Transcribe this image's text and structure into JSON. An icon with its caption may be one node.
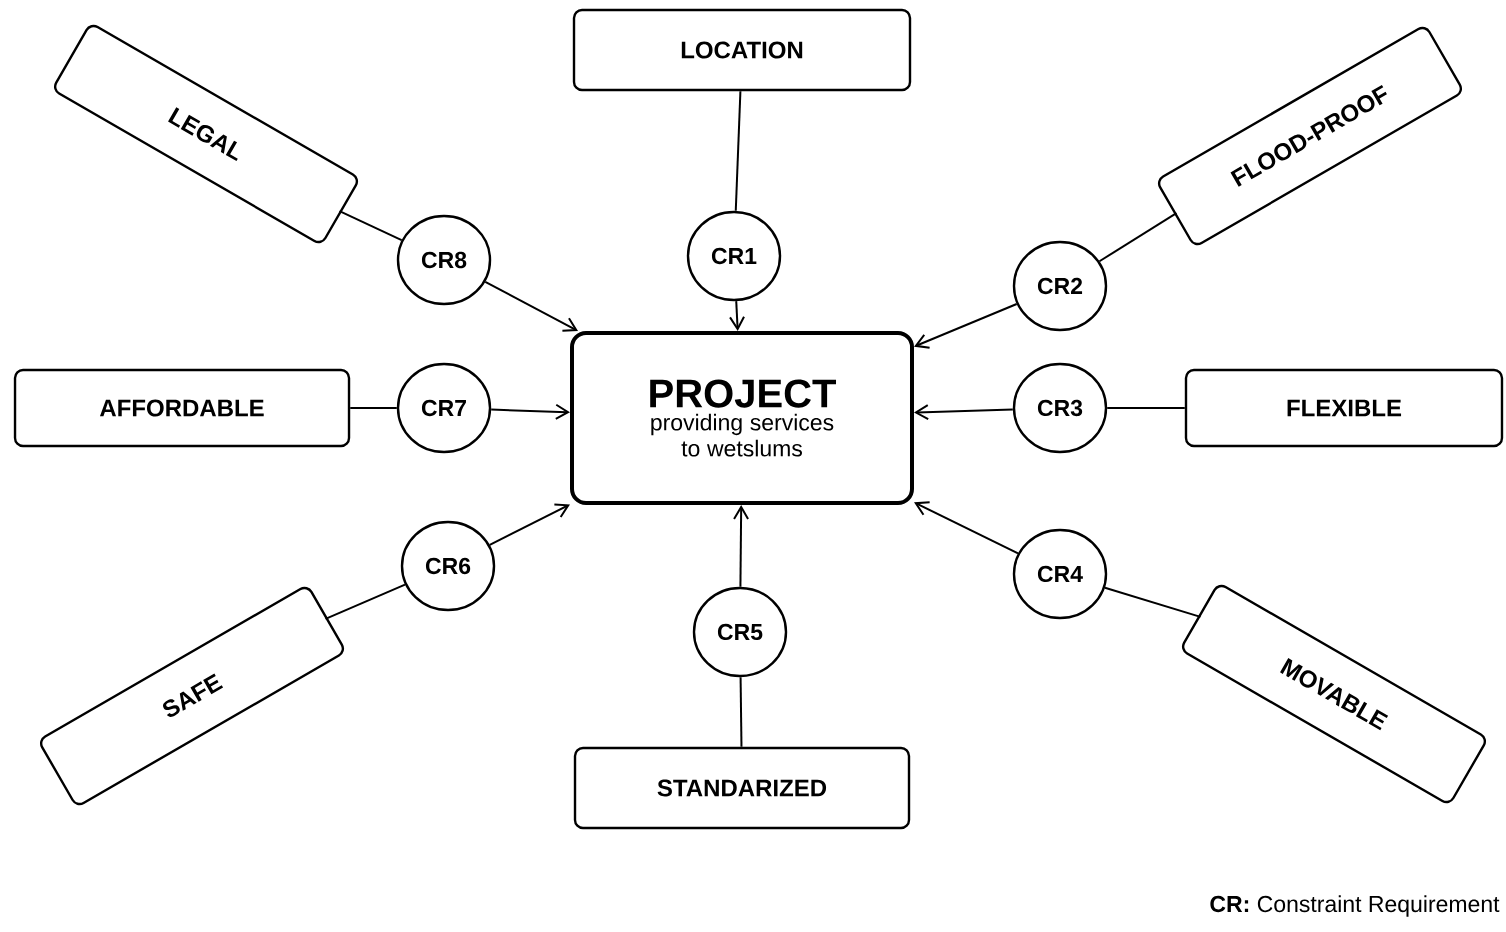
{
  "diagram": {
    "nodes": [
      {
        "text": [
          "LOCATION"
        ]
      },
      {
        "text": [
          "CR1"
        ]
      },
      {
        "text": [
          "FLOOD-PROOF"
        ]
      },
      {
        "text": [
          "CR2"
        ]
      },
      {
        "text": [
          "FLEXIBLE"
        ]
      },
      {
        "text": [
          "CR3"
        ]
      },
      {
        "text": [
          "MOVABLE"
        ]
      },
      {
        "text": [
          "CR4"
        ]
      },
      {
        "text": [
          "STANDARIZED"
        ]
      },
      {
        "text": [
          "CR5"
        ]
      },
      {
        "text": [
          "SAFE"
        ]
      },
      {
        "text": [
          "CR6"
        ]
      },
      {
        "text": [
          "AFFORDABLE"
        ]
      },
      {
        "text": [
          "CR7"
        ]
      },
      {
        "text": [
          "LEGAL"
        ]
      },
      {
        "text": [
          "CR8"
        ]
      },
      {
        "text": [
          "PROJECT",
          "providing services to wetslums"
        ]
      }
    ],
    "edges": [
      {
        "from": 0,
        "to": 1,
        "arrow": "none"
      },
      {
        "from": 1,
        "to": 16,
        "arrow": "to"
      },
      {
        "from": 2,
        "to": 3,
        "arrow": "none"
      },
      {
        "from": 3,
        "to": 16,
        "arrow": "to"
      },
      {
        "from": 4,
        "to": 5,
        "arrow": "none"
      },
      {
        "from": 5,
        "to": 16,
        "arrow": "to"
      },
      {
        "from": 6,
        "to": 7,
        "arrow": "none"
      },
      {
        "from": 7,
        "to": 16,
        "arrow": "to"
      },
      {
        "from": 8,
        "to": 9,
        "arrow": "none"
      },
      {
        "from": 9,
        "to": 16,
        "arrow": "to"
      },
      {
        "from": 10,
        "to": 11,
        "arrow": "none"
      },
      {
        "from": 11,
        "to": 16,
        "arrow": "to"
      },
      {
        "from": 12,
        "to": 13,
        "arrow": "none"
      },
      {
        "from": 13,
        "to": 16,
        "arrow": "to"
      },
      {
        "from": 14,
        "to": 15,
        "arrow": "none"
      },
      {
        "from": 15,
        "to": 16,
        "arrow": "to"
      }
    ],
    "labels": [
      "**CR:** Constraint Requirement"
    ]
  }
}
